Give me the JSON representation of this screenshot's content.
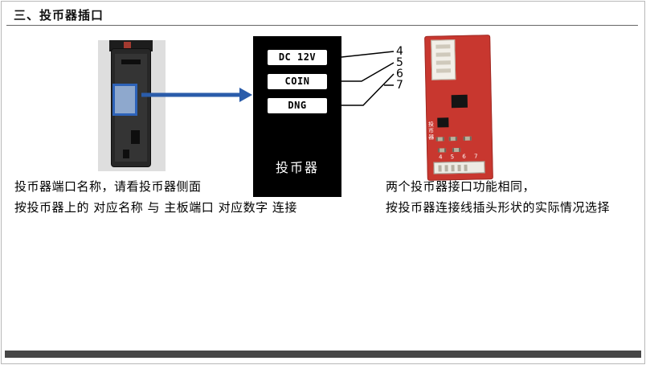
{
  "page": {
    "title": "三、投币器插口"
  },
  "diagram": {
    "box_caption": "投币器",
    "labels": [
      "DC 12V",
      "COIN",
      "DNG"
    ],
    "pins": [
      "4",
      "5",
      "6",
      "7"
    ],
    "pcb": {
      "side_label": "投币器",
      "pin_row": "4 5 6 7"
    },
    "colors": {
      "arrow": "#2a5caa",
      "port_box": "#000000",
      "pcb_board": "#c8372f",
      "highlight": "#2d62b8",
      "bottom_bar": "#474747"
    }
  },
  "notes": {
    "left1": "投币器端口名称，请看投币器侧面",
    "left2": "按投币器上的 对应名称 与 主板端口 对应数字 连接",
    "right1": "两个投币器接口功能相同，",
    "right2": "按投币器连接线插头形状的实际情况选择"
  }
}
